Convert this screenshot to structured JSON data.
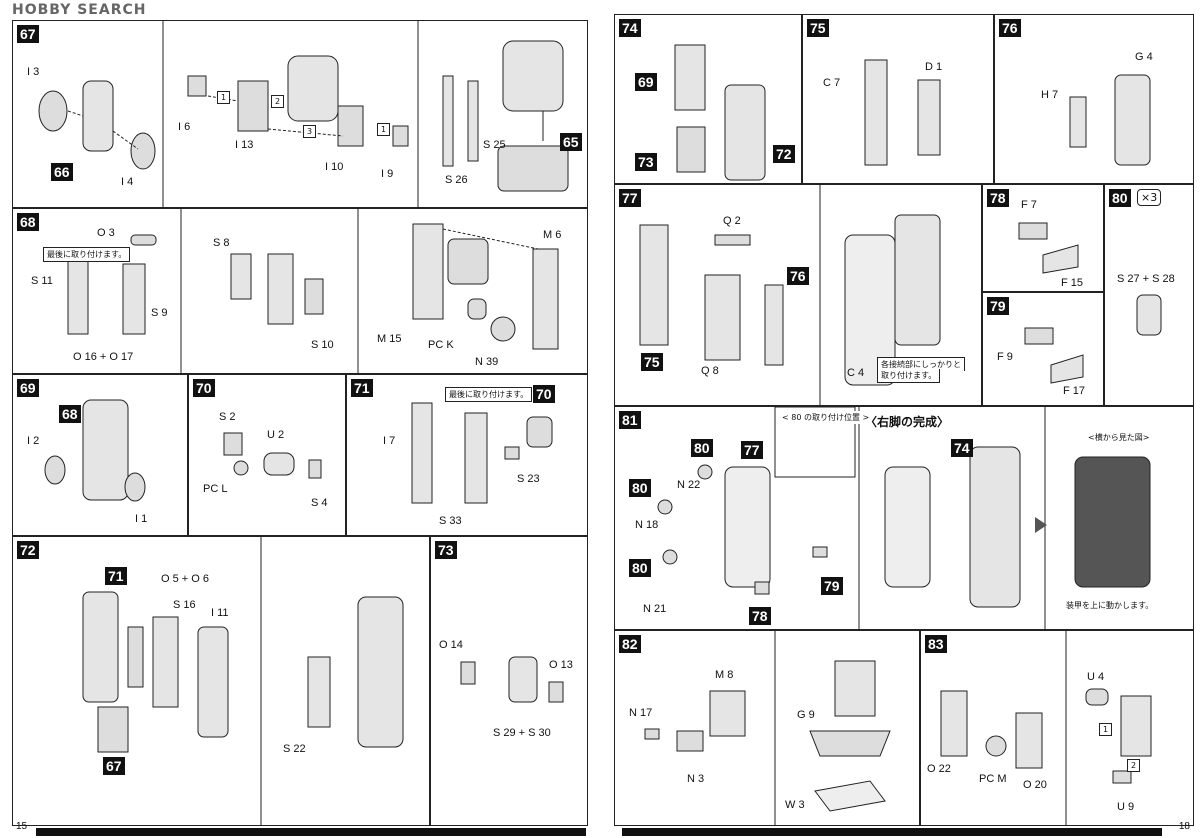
{
  "watermark": "HOBBY SEARCH",
  "page_left": "15",
  "page_right": "18",
  "steps": {
    "s67": {
      "num": "67",
      "labels": [
        "I 3",
        "I 6",
        "I 13",
        "I 10",
        "I 9",
        "I 4",
        "S 25",
        "S 26"
      ],
      "refs": [
        "66",
        "65"
      ],
      "order": [
        "1",
        "2",
        "3",
        "1"
      ]
    },
    "s68": {
      "num": "68",
      "labels": [
        "O 3",
        "S 11",
        "S 9",
        "O 16 + O 17",
        "S 8",
        "S 10",
        "M 6",
        "M 15",
        "PC K",
        "N 39"
      ],
      "note": "最後に取り付けます。"
    },
    "s69": {
      "num": "69",
      "labels": [
        "I 2",
        "I 1"
      ],
      "refs": [
        "68"
      ]
    },
    "s70": {
      "num": "70",
      "labels": [
        "S 2",
        "U 2",
        "PC L",
        "S 4"
      ]
    },
    "s71": {
      "num": "71",
      "labels": [
        "I 7",
        "S 23",
        "S 33"
      ],
      "refs": [
        "70"
      ],
      "note": "最後に取り付けます。"
    },
    "s72": {
      "num": "72",
      "labels": [
        "O 5 + O 6",
        "S 16",
        "I 11",
        "S 22"
      ],
      "refs": [
        "71",
        "67"
      ]
    },
    "s73": {
      "num": "73",
      "labels": [
        "O 14",
        "O 13",
        "S 29 + S 30"
      ]
    },
    "s74": {
      "num": "74",
      "refs": [
        "69",
        "73",
        "72"
      ]
    },
    "s75": {
      "num": "75",
      "labels": [
        "C 7",
        "D 1"
      ]
    },
    "s76": {
      "num": "76",
      "labels": [
        "H 7",
        "G 4"
      ]
    },
    "s77": {
      "num": "77",
      "labels": [
        "Q 2",
        "Q 8",
        "C 4"
      ],
      "refs": [
        "75",
        "76"
      ],
      "note1": "各接続部にしっかりと",
      "note2": "取り付けます。"
    },
    "s78": {
      "num": "78",
      "labels": [
        "F 7",
        "F 15"
      ]
    },
    "s79": {
      "num": "79",
      "labels": [
        "F 9",
        "F 17"
      ]
    },
    "s80": {
      "num": "80",
      "times": "×3",
      "labels": [
        "S 27 + S 28"
      ]
    },
    "s81": {
      "num": "81",
      "labels": [
        "N 22",
        "N 18",
        "N 21"
      ],
      "refs": [
        "80",
        "77",
        "80",
        "80",
        "79",
        "78",
        "74"
      ],
      "inset": "< 80 の取り付け位置 >",
      "title": "〈右脚の完成〉",
      "side": "<横から見た図>",
      "caption": "装甲を上に動かします。"
    },
    "s82": {
      "num": "82",
      "labels": [
        "M 8",
        "N 17",
        "N 3",
        "G 9",
        "W 3"
      ]
    },
    "s83": {
      "num": "83",
      "labels": [
        "U 4",
        "O 22",
        "PC M",
        "O 20",
        "U 9"
      ],
      "order": [
        "1",
        "2"
      ]
    }
  }
}
